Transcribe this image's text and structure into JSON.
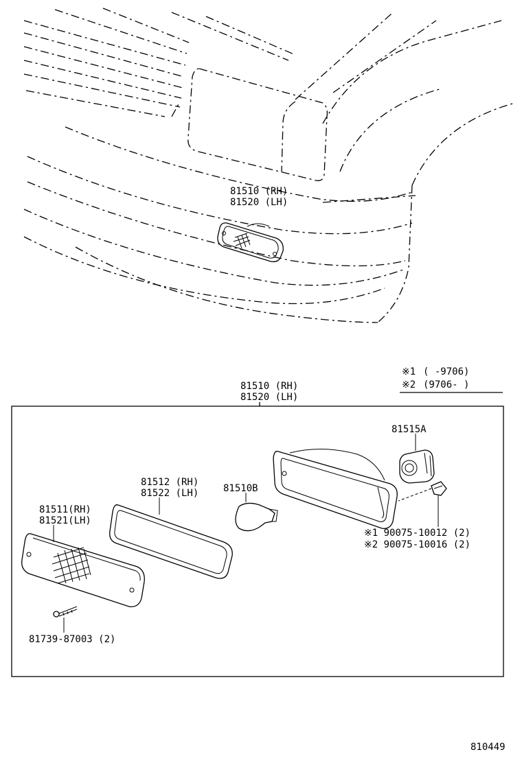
{
  "legend": {
    "row1_mark": "※1",
    "row1_range": "(      -9706)",
    "row2_mark": "※2",
    "row2_range": "(9706-      )"
  },
  "top_callout": {
    "line1": "81510 (RH)",
    "line2": "81520 (LH)"
  },
  "assembly_callout": {
    "line1": "81510 (RH)",
    "line2": "81520 (LH)"
  },
  "parts": {
    "socket": "81515A",
    "bulb": "81510B",
    "gasket_rh": "81512 (RH)",
    "gasket_lh": "81522 (LH)",
    "lens_rh": "81511(RH)",
    "lens_lh": "81521(LH)",
    "screw": "81739-87003 (2)",
    "clip_1": "※1 90075-10012 (2)",
    "clip_2": "※2 90075-10016 (2)"
  },
  "figure_number": "810449"
}
